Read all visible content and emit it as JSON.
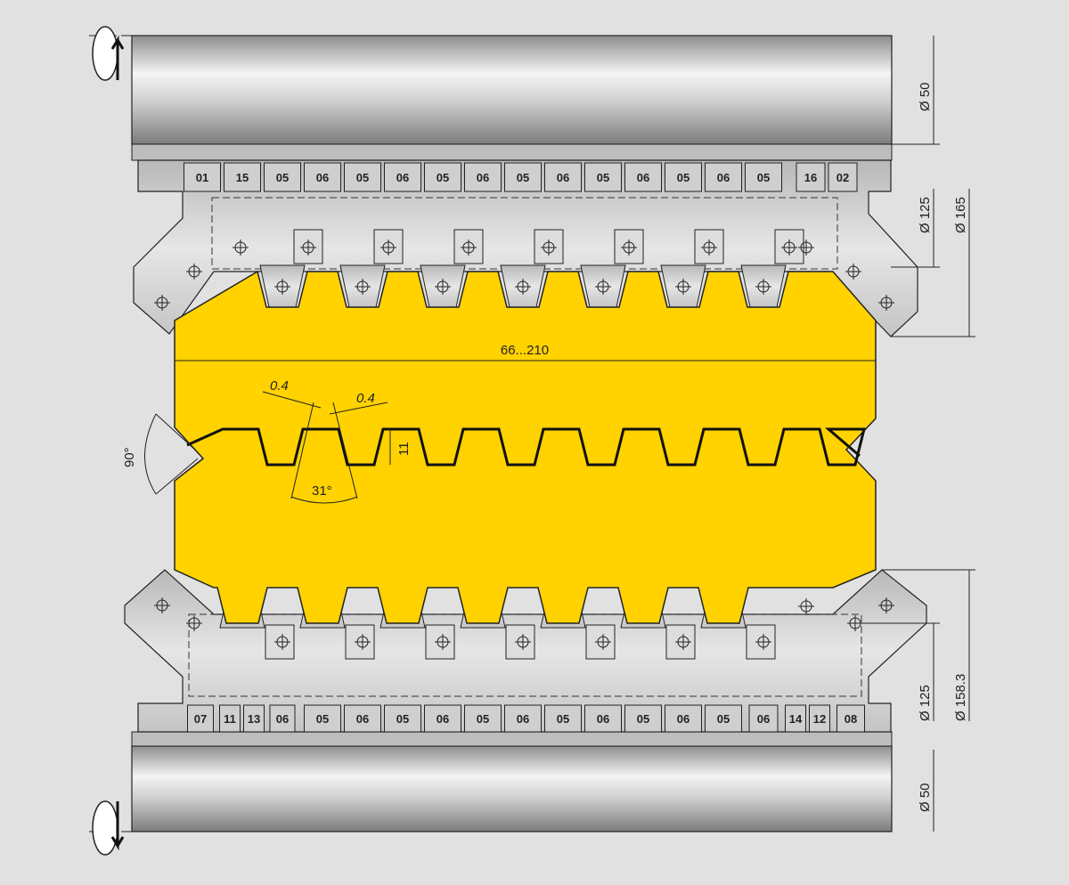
{
  "top_cutter_labels": [
    "01",
    "15",
    "05",
    "06",
    "05",
    "06",
    "05",
    "06",
    "05",
    "06",
    "05",
    "06",
    "05",
    "06",
    "05",
    "16",
    "02"
  ],
  "bottom_cutter_labels": [
    "07",
    "11",
    "13",
    "06",
    "05",
    "06",
    "05",
    "06",
    "05",
    "06",
    "05",
    "06",
    "05",
    "06",
    "05",
    "06",
    "14",
    "12",
    "08"
  ],
  "dimensions": {
    "width_range": "66...210",
    "top_shaft_dia": "Ø 50",
    "bottom_shaft_dia": "Ø 50",
    "top_inner_dia": "Ø 125",
    "top_outer_dia": "Ø 165",
    "bottom_inner_dia": "Ø 125",
    "bottom_outer_dia": "Ø 158.3",
    "chamfer_left": "0.4",
    "chamfer_right": "0.4",
    "tooth_height": "11",
    "tooth_angle": "31°",
    "edge_angle": "90°"
  },
  "colors": {
    "workpiece": "#ffd200",
    "background": "#e1e1e1",
    "steel": "#c8c8c8"
  }
}
